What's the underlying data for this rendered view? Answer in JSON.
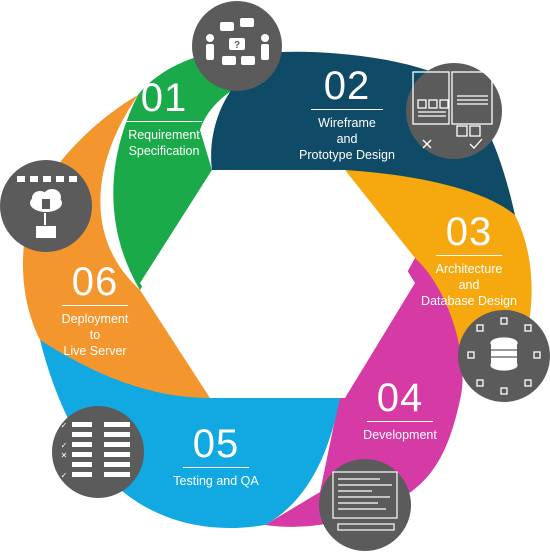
{
  "colors": {
    "green": "#1aaa4a",
    "navy": "#0f4a66",
    "yellow": "#f5a90e",
    "magenta": "#d63aa4",
    "cyan": "#12a9e2",
    "orange": "#f4962e",
    "icon_bg": "#5b5b5b",
    "icon_fg": "#ffffff"
  },
  "steps": [
    {
      "number": "01",
      "label": "Requirement\nSpecification",
      "icon": "people-discussion-icon"
    },
    {
      "number": "02",
      "label": "Wireframe\nand\nPrototype Design",
      "icon": "wireframe-icon"
    },
    {
      "number": "03",
      "label": "Architecture\nand\nDatabase Design",
      "icon": "database-network-icon"
    },
    {
      "number": "04",
      "label": "Development",
      "icon": "code-monitor-icon"
    },
    {
      "number": "05",
      "label": "Testing and QA",
      "icon": "checklist-icon"
    },
    {
      "number": "06",
      "label": "Deployment\nto\nLive Server",
      "icon": "cloud-server-icon"
    }
  ]
}
